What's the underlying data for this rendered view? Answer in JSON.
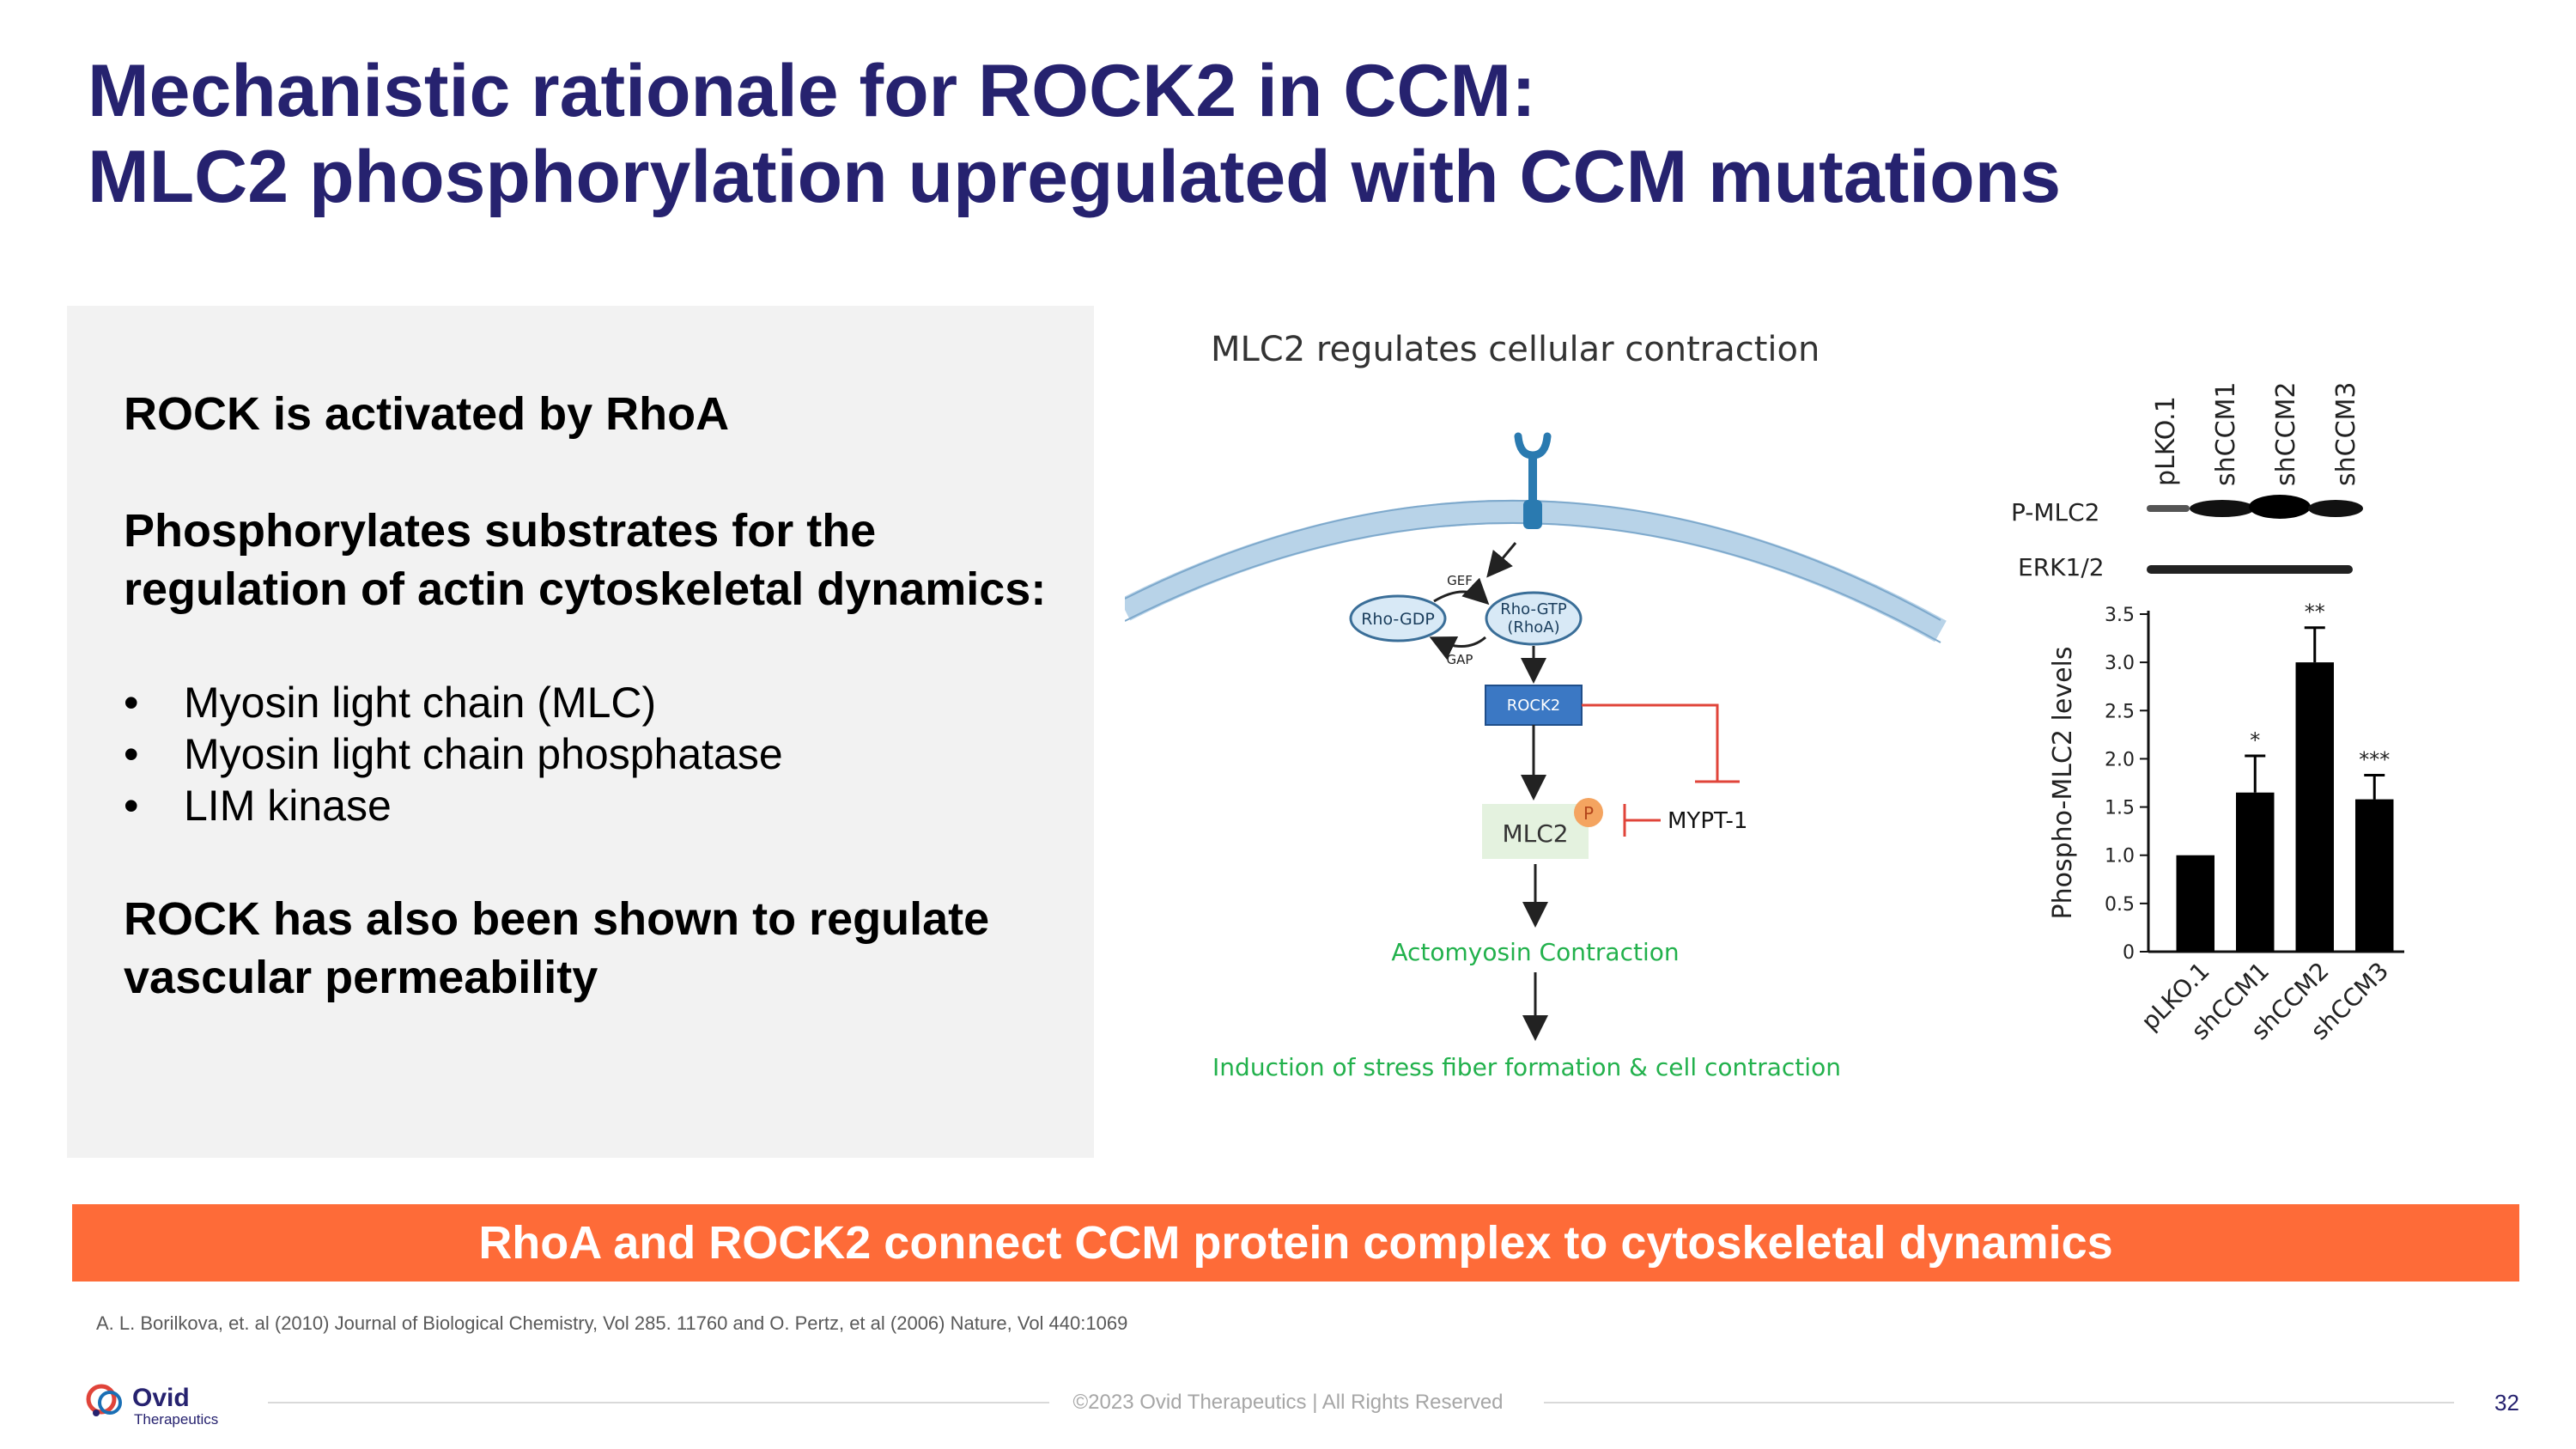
{
  "title": {
    "line1": "Mechanistic rationale for ROCK2 in CCM:",
    "line2": "MLC2 phosphorylation upregulated with CCM mutations"
  },
  "left_panel": {
    "heading1": "ROCK is activated by RhoA",
    "heading2": "Phosphorylates substrates for the regulation of actin cytoskeletal dynamics:",
    "bullets": [
      "Myosin light chain (MLC)",
      "Myosin light chain phosphatase",
      "LIM kinase"
    ],
    "heading3": "ROCK has also been shown to regulate vascular permeability"
  },
  "diagram": {
    "title": "MLC2 regulates cellular contraction",
    "gef": "GEF",
    "gap": "GAP",
    "rho_gdp": "Rho-GDP",
    "rho_gtp_1": "Rho-GTP",
    "rho_gtp_2": "(RhoA)",
    "rock2": "ROCK2",
    "mlc2": "MLC2",
    "p": "P",
    "mypt1": "MYPT-1",
    "actomyosin": "Actomyosin Contraction",
    "induction": "Induction of stress fiber formation & cell contraction"
  },
  "blot": {
    "lanes": [
      "pLKO.1",
      "shCCM1",
      "shCCM2",
      "shCCM3"
    ],
    "row1": "P-MLC2",
    "row2": "ERK1/2"
  },
  "chart_data": {
    "type": "bar",
    "categories": [
      "pLKO.1",
      "shCCM1",
      "shCCM2",
      "shCCM3"
    ],
    "values": [
      1.0,
      1.65,
      3.0,
      1.58
    ],
    "errors": [
      0,
      0.38,
      0.36,
      0.25
    ],
    "significance": [
      "",
      "*",
      "**",
      "***"
    ],
    "ylabel": "Phospho-MLC2 levels",
    "ylim": [
      0,
      3.5
    ],
    "yticks": [
      "0",
      "0.5",
      "1.0",
      "1.5",
      "2.0",
      "2.5",
      "3.0",
      "3.5"
    ],
    "ytick_values": [
      0,
      0.5,
      1.0,
      1.5,
      2.0,
      2.5,
      3.0,
      3.5
    ]
  },
  "banner": "RhoA and ROCK2 connect CCM protein complex to cytoskeletal dynamics",
  "reference": "A. L. Borilkova, et. al (2010) Journal of Biological Chemistry, Vol 285. 11760 and O. Pertz, et al (2006) Nature, Vol 440:1069",
  "footer": {
    "copyright": "©2023 Ovid Therapeutics | All Rights Reserved",
    "page": "32",
    "logo_name": "Ovid",
    "logo_sub": "Therapeutics"
  },
  "colors": {
    "title": "#26226f",
    "banner": "#fe6b38",
    "panel": "#f2f2f2",
    "green_text": "#22b14c",
    "rock2_box": "#3b78c4",
    "inhibit_red": "#e0443a",
    "p_circle": "#f4a460"
  }
}
